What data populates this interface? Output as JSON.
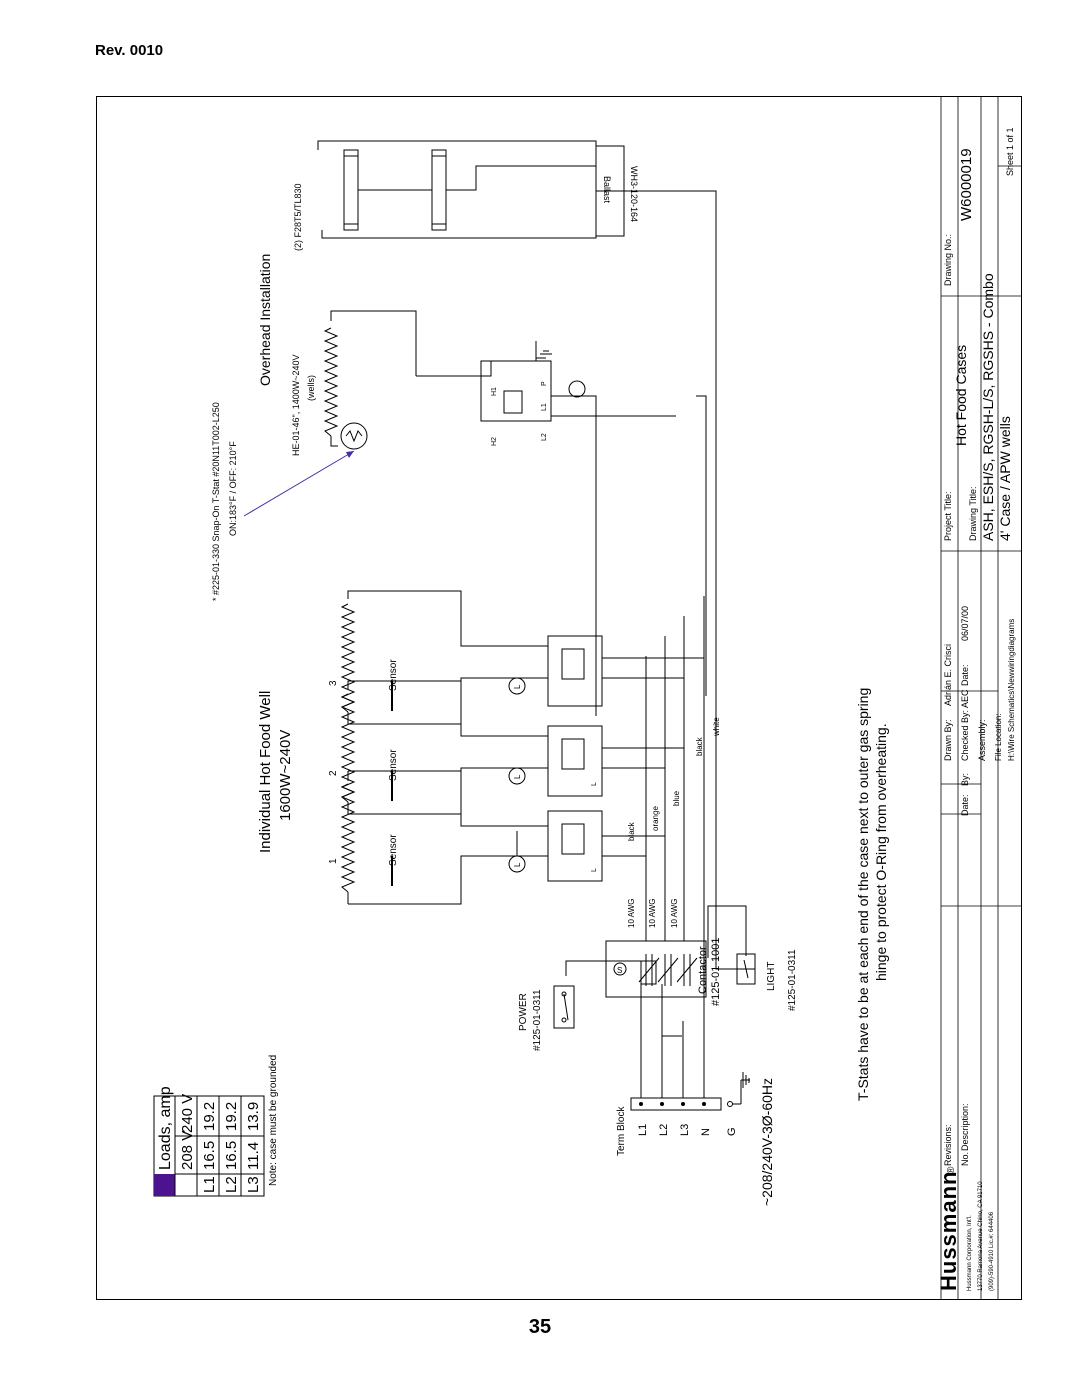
{
  "page": {
    "rev": "Rev. 0010",
    "page_number": "35"
  },
  "loads_table": {
    "title": "Loads, amp",
    "col1": "208 V",
    "col2": "240 V",
    "rows": [
      {
        "line": "L1",
        "v208": "16.5",
        "v240": "19.2"
      },
      {
        "line": "L2",
        "v208": "16.5",
        "v240": "19.2"
      },
      {
        "line": "L3",
        "v208": "11.4",
        "v240": "13.9"
      }
    ],
    "header_color": "#4b1390"
  },
  "note": "Note: case must be grounded",
  "supply": "~208/240V-3Ø-60Hz",
  "term_block": {
    "label": "Term Block",
    "terminals": [
      "L1",
      "L2",
      "L3",
      "N",
      "G"
    ]
  },
  "power_switch": {
    "label": "POWER",
    "part": "#125-01-0311"
  },
  "light_switch": {
    "label": "LIGHT",
    "part": "#125-01-0311"
  },
  "contactor": {
    "label": "Contactor",
    "part": "#125-01-1001",
    "coil": "S"
  },
  "wire_gauges": [
    "10 AWG",
    "10 AWG",
    "10 AWG"
  ],
  "wire_colors": [
    "black",
    "orange",
    "blue",
    "black",
    "white"
  ],
  "wells": {
    "title": "Individual Hot Food Well",
    "rating": "1600W~240V",
    "numbers": [
      "1",
      "2",
      "3"
    ],
    "sensor_label": "Sensor",
    "thermostat_labels": [
      "L",
      "L"
    ],
    "light_symbol": "L"
  },
  "overhead": {
    "title": "Overhead Installation",
    "tstat_note": "* #225-01-330 Snap-On T-Stat #20N11T002-L250",
    "tstat_settings": "ON:183°F / OFF: 210°F",
    "heater": "HE-01-46\", 1400W~240V",
    "heater_sub": "(wells)",
    "lamps": "(2) F28T5/TL830",
    "ballast": "Ballast",
    "ballast_part": "WH3-120-164",
    "switch_terminals": [
      "H1",
      "H2",
      "L1",
      "L2",
      "P"
    ],
    "arrow_color": "#4b2aa8"
  },
  "tstat_note": {
    "line1": "T-Stats have to be at each end of the case next to outer gas spring",
    "line2": "hinge to protect O-Ring from overheating."
  },
  "title_block": {
    "brand": "Hussmann",
    "registered": "®",
    "address1": "Hussmann Corporation, Int'l.",
    "address2": "13770 Ramona Avenue Chino, CA 91710",
    "address3": "(909)-590-4910    Lic.#: 644406",
    "revisions_label": "Revisions:",
    "no_label": "No.",
    "description_label": "Description:",
    "date_label": "Date:",
    "by_label": "By:",
    "drawn_by_label": "Drawn By:",
    "drawn_by": "Adrián E. Crisci",
    "checked_by_label": "Checked By:",
    "checked_by": "AEC",
    "date2_label": "Date:",
    "date": "06/07/00",
    "assembly_label": "Assembly:",
    "file_location_label": "File Location:",
    "file_location": "H:\\Wire Schematics\\Newwiringdiagrams",
    "project_title_label": "Project Title:",
    "project_title": "Hot Food Cases",
    "drawing_title_label": "Drawing Title:",
    "drawing_title1": "ASH, ESH/S, RGSH-L/S, RGSHS - Combo",
    "drawing_title2": "4' Case / APW wells",
    "drawing_no_label": "Drawing No.:",
    "drawing_no": "W6000019",
    "sheet": "Sheet   1   of   1"
  }
}
